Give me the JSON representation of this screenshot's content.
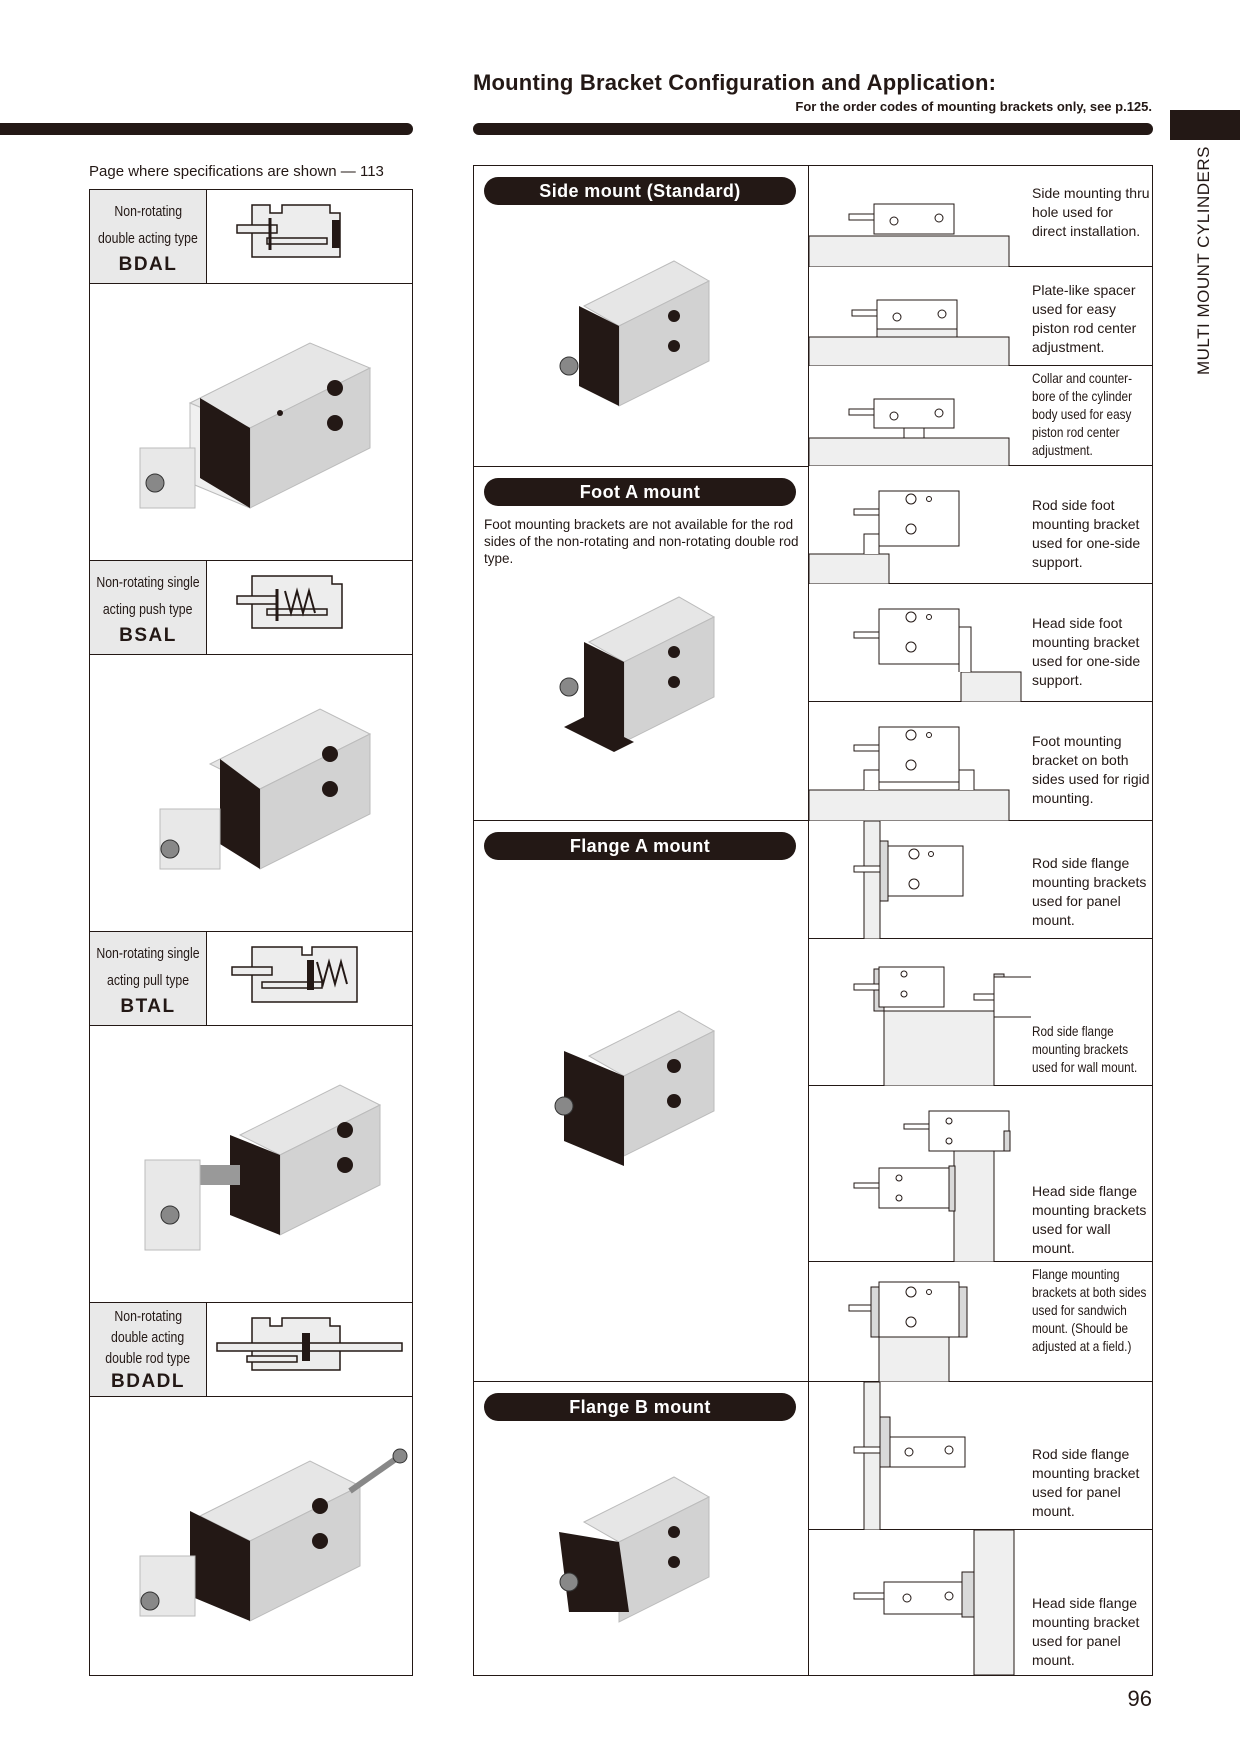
{
  "header": {
    "title": "Mounting Bracket Configuration and Application:",
    "subtitle": "For the order codes of mounting brackets only, see p.125.",
    "side_label": "MULTI MOUNT CYLINDERS",
    "page_number": "96"
  },
  "left": {
    "page_ref": "Page where specifications are shown — 113",
    "series": [
      {
        "desc": [
          "Non-rotating",
          "double acting type"
        ],
        "code": "BDAL"
      },
      {
        "desc": [
          "Non-rotating single",
          "acting  push type"
        ],
        "code": "BSAL"
      },
      {
        "desc": [
          "Non-rotating single",
          "acting pull type"
        ],
        "code": "BTAL"
      },
      {
        "desc": [
          "Non-rotating",
          "double acting",
          "double rod type"
        ],
        "code": "BDADL"
      }
    ]
  },
  "mounts": [
    {
      "title": "Side mount (Standard)",
      "note": ""
    },
    {
      "title": "Foot A mount",
      "note": "Foot mounting brackets are not available for the rod sides of the non-rotating and non-rotating double rod type."
    },
    {
      "title": "Flange A mount",
      "note": ""
    },
    {
      "title": "Flange B mount",
      "note": ""
    }
  ],
  "applications": [
    "Side mounting thru hole used for direct installation.",
    "Plate-like spacer used for easy piston rod center adjustment.",
    "Collar and counter-bore of the cylinder body used for easy piston rod center adjustment.",
    "Rod side foot mounting bracket used for one-side support.",
    "Head side foot mounting bracket used for one-side support.",
    "Foot mounting bracket on both sides used for rigid mounting.",
    "Rod side flange mounting brackets used for panel mount.",
    "Rod side flange mounting brackets used for wall mount.",
    "Head side flange mounting brackets used for wall mount.",
    "Flange mounting brackets at both sides used for sandwich mount. (Should be adjusted at a field.)",
    "Rod side flange mounting bracket used for panel mount.",
    "Head side flange mounting bracket used for panel mount."
  ]
}
